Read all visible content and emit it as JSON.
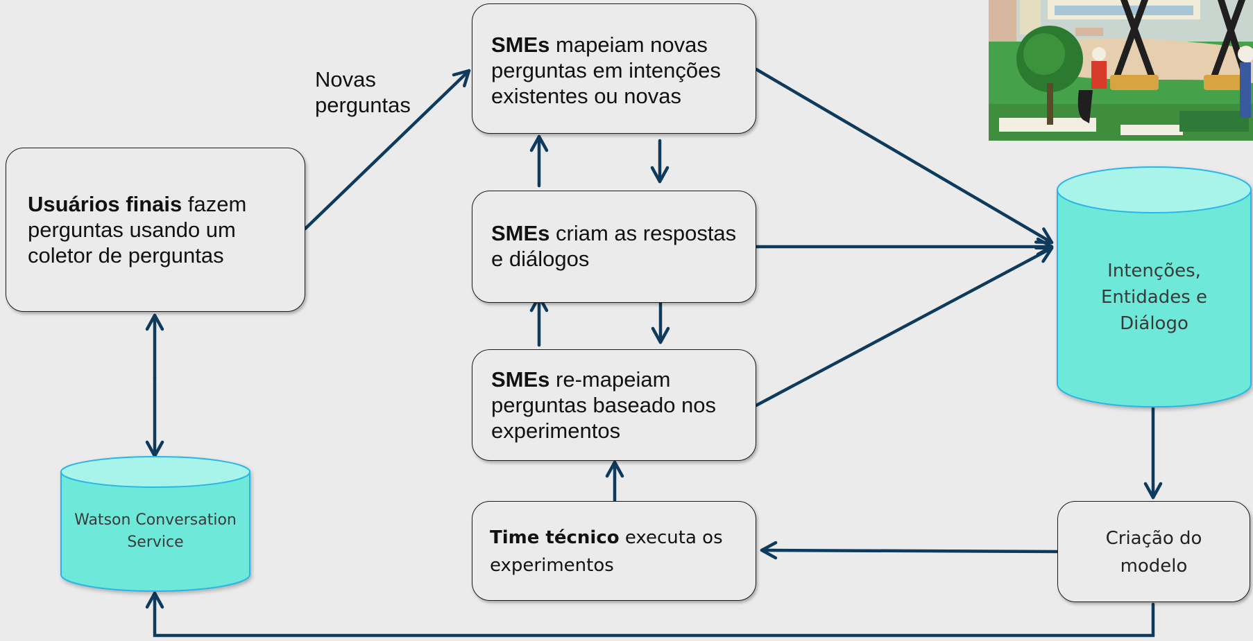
{
  "boxes": {
    "users": {
      "bold": "Usuários finais",
      "rest": " fazem perguntas usando um coletor de perguntas"
    },
    "sme_map": {
      "bold": "SMEs",
      "rest": " mapeiam novas perguntas em intenções existentes ou novas"
    },
    "sme_create": {
      "bold": "SMEs",
      "rest": " criam as respostas e diálogos"
    },
    "sme_remap": {
      "bold": "SMEs",
      "rest": " re-mapeiam perguntas baseado nos experimentos"
    },
    "tech": {
      "bold": "Time técnico",
      "rest": " executa os experimentos"
    },
    "model": {
      "text": "Criação do modelo"
    }
  },
  "labels": {
    "new_questions": "Novas perguntas"
  },
  "cylinders": {
    "watson": {
      "text": "Watson Conversation Service"
    },
    "intents": {
      "text": "Intenções, Entidades e Diálogo"
    }
  },
  "colors": {
    "arrow": "#0e3a5c",
    "cylinder_fill": "#6ee8d8",
    "cylinder_top": "#a8f3ea",
    "cylinder_stroke": "#29b6e6"
  },
  "icons": {
    "painting": "painting-thumbnail"
  }
}
